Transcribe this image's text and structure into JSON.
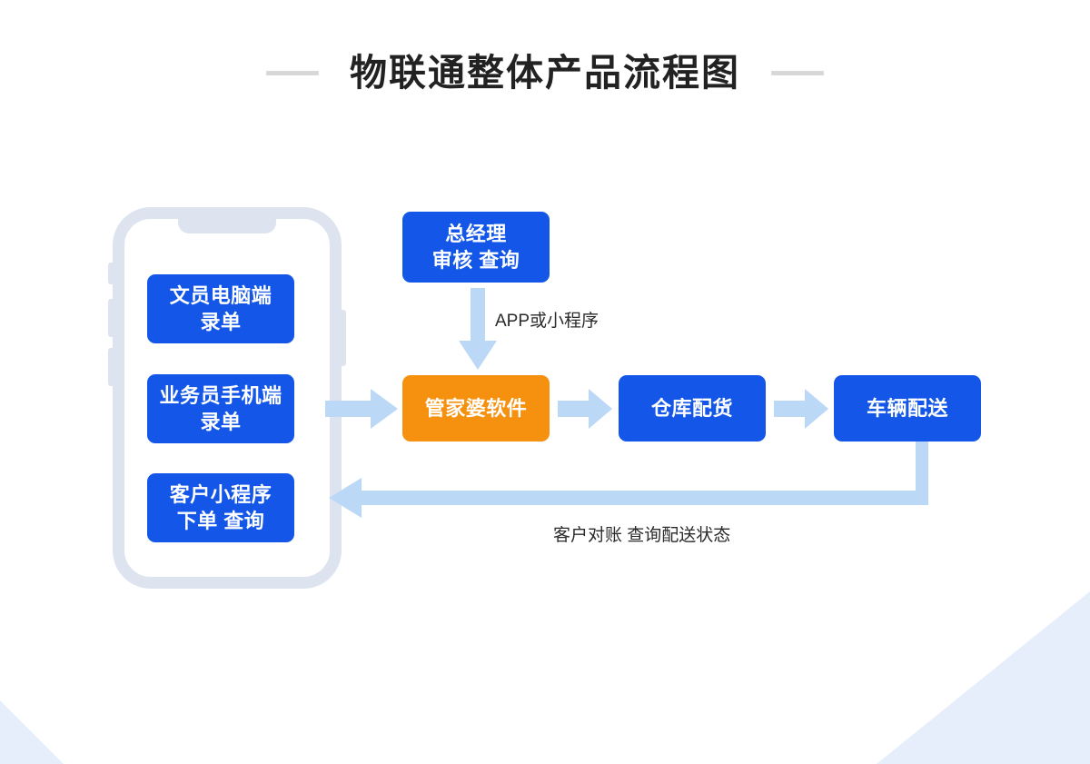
{
  "page": {
    "title": "物联通整体产品流程图",
    "background_color": "#ffffff",
    "accent_blue": "#1457e8",
    "accent_orange": "#f5910f",
    "arrow_color": "#bcd8f7",
    "phone_frame_color": "#dde4ef",
    "corner_decoration_color": "#e6edfb",
    "title_dash_color": "#d8d8d8"
  },
  "diagram": {
    "type": "flowchart",
    "phone": {
      "label": "phone-mockup",
      "nodes": [
        {
          "id": "clerk",
          "line1": "文员电脑端",
          "line2": "录单",
          "color": "#1457e8"
        },
        {
          "id": "sales",
          "line1": "业务员手机端",
          "line2": "录单",
          "color": "#1457e8"
        },
        {
          "id": "customer",
          "line1": "客户小程序",
          "line2": "下单 查询",
          "color": "#1457e8"
        }
      ]
    },
    "nodes": [
      {
        "id": "manager",
        "line1": "总经理",
        "line2": "审核 查询",
        "color": "#1457e8"
      },
      {
        "id": "software",
        "line1": "管家婆软件",
        "line2": "",
        "color": "#f5910f"
      },
      {
        "id": "warehouse",
        "line1": "仓库配货",
        "line2": "",
        "color": "#1457e8"
      },
      {
        "id": "delivery",
        "line1": "车辆配送",
        "line2": "",
        "color": "#1457e8"
      }
    ],
    "edges": [
      {
        "id": "phone-to-software",
        "from": "phone",
        "to": "software",
        "label": "",
        "direction": "right"
      },
      {
        "id": "manager-to-software",
        "from": "manager",
        "to": "software",
        "label": "APP或小程序",
        "direction": "down"
      },
      {
        "id": "software-to-warehouse",
        "from": "software",
        "to": "warehouse",
        "label": "",
        "direction": "right"
      },
      {
        "id": "warehouse-to-delivery",
        "from": "warehouse",
        "to": "delivery",
        "label": "",
        "direction": "right"
      },
      {
        "id": "delivery-to-phone",
        "from": "delivery",
        "to": "phone",
        "label": "客户对账 查询配送状态",
        "direction": "left"
      }
    ]
  }
}
